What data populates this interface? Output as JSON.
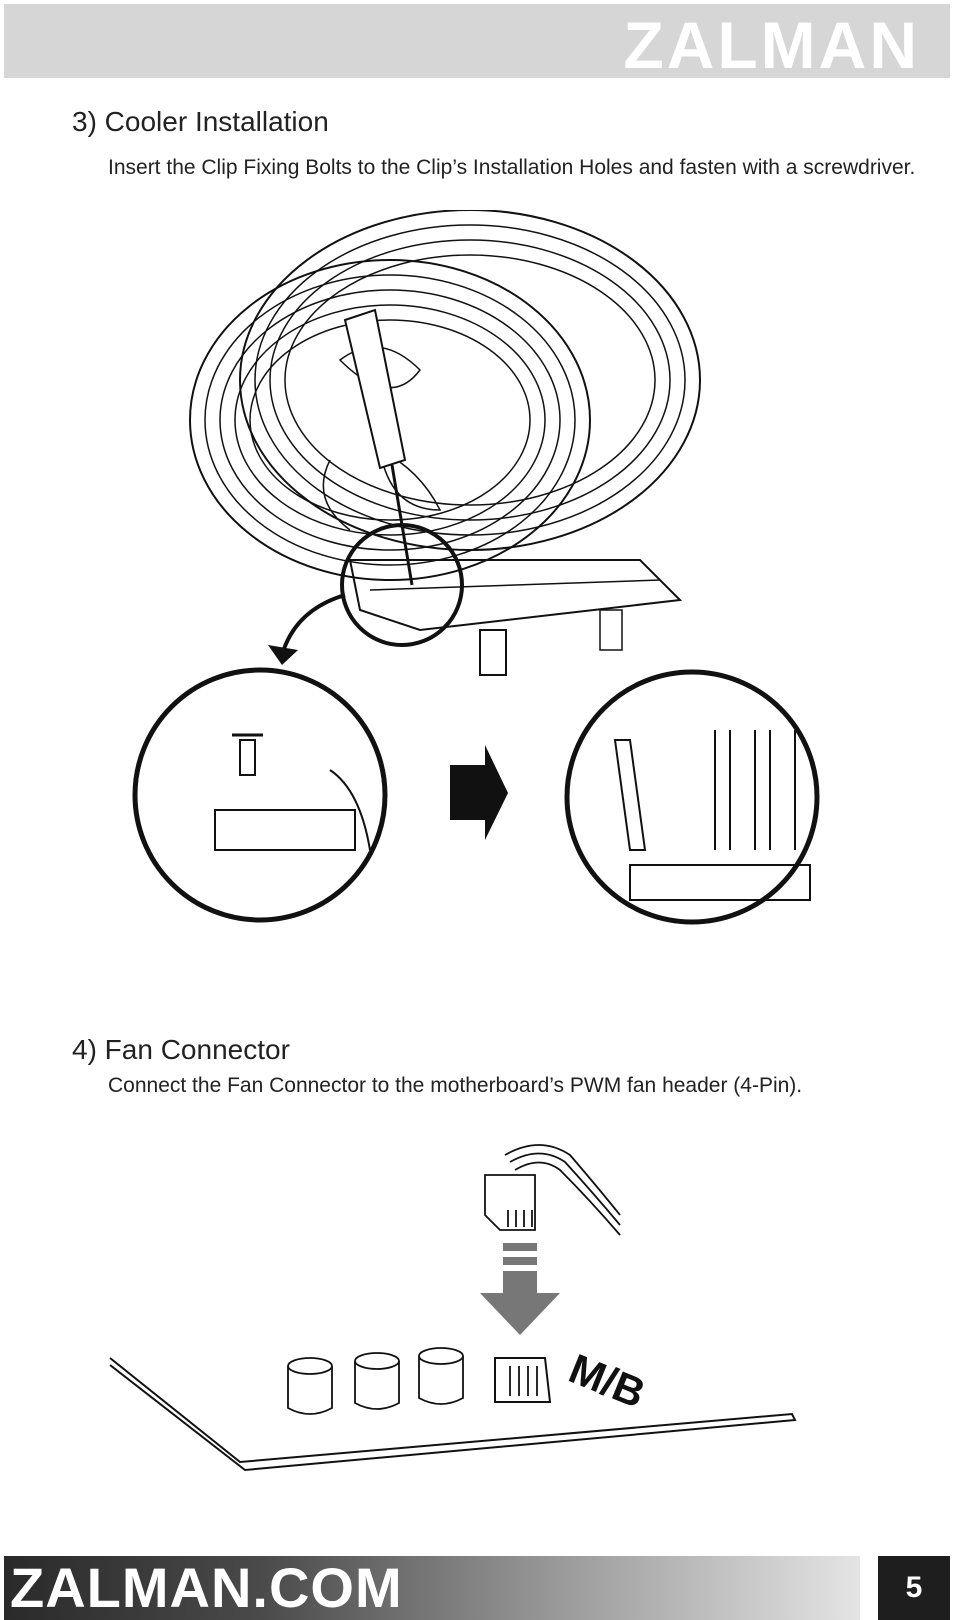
{
  "header": {
    "brand": "ZALMAN"
  },
  "section3": {
    "title": "3) Cooler Installation",
    "body": "Insert the Clip Fixing Bolts to the Clip’s Installation Holes and fasten with a screwdriver."
  },
  "section4": {
    "title": "4) Fan Connector",
    "body": "Connect the Fan Connector to the motherboard’s PWM fan header (4-Pin)."
  },
  "figure_fan": {
    "board_label": "M/B"
  },
  "footer": {
    "brand": "ZALMAN.COM",
    "page_number": "5"
  },
  "colors": {
    "header_band": "#d6d6d6",
    "footer_dark": "#1e1e1e",
    "arrow_gray": "#777777"
  }
}
